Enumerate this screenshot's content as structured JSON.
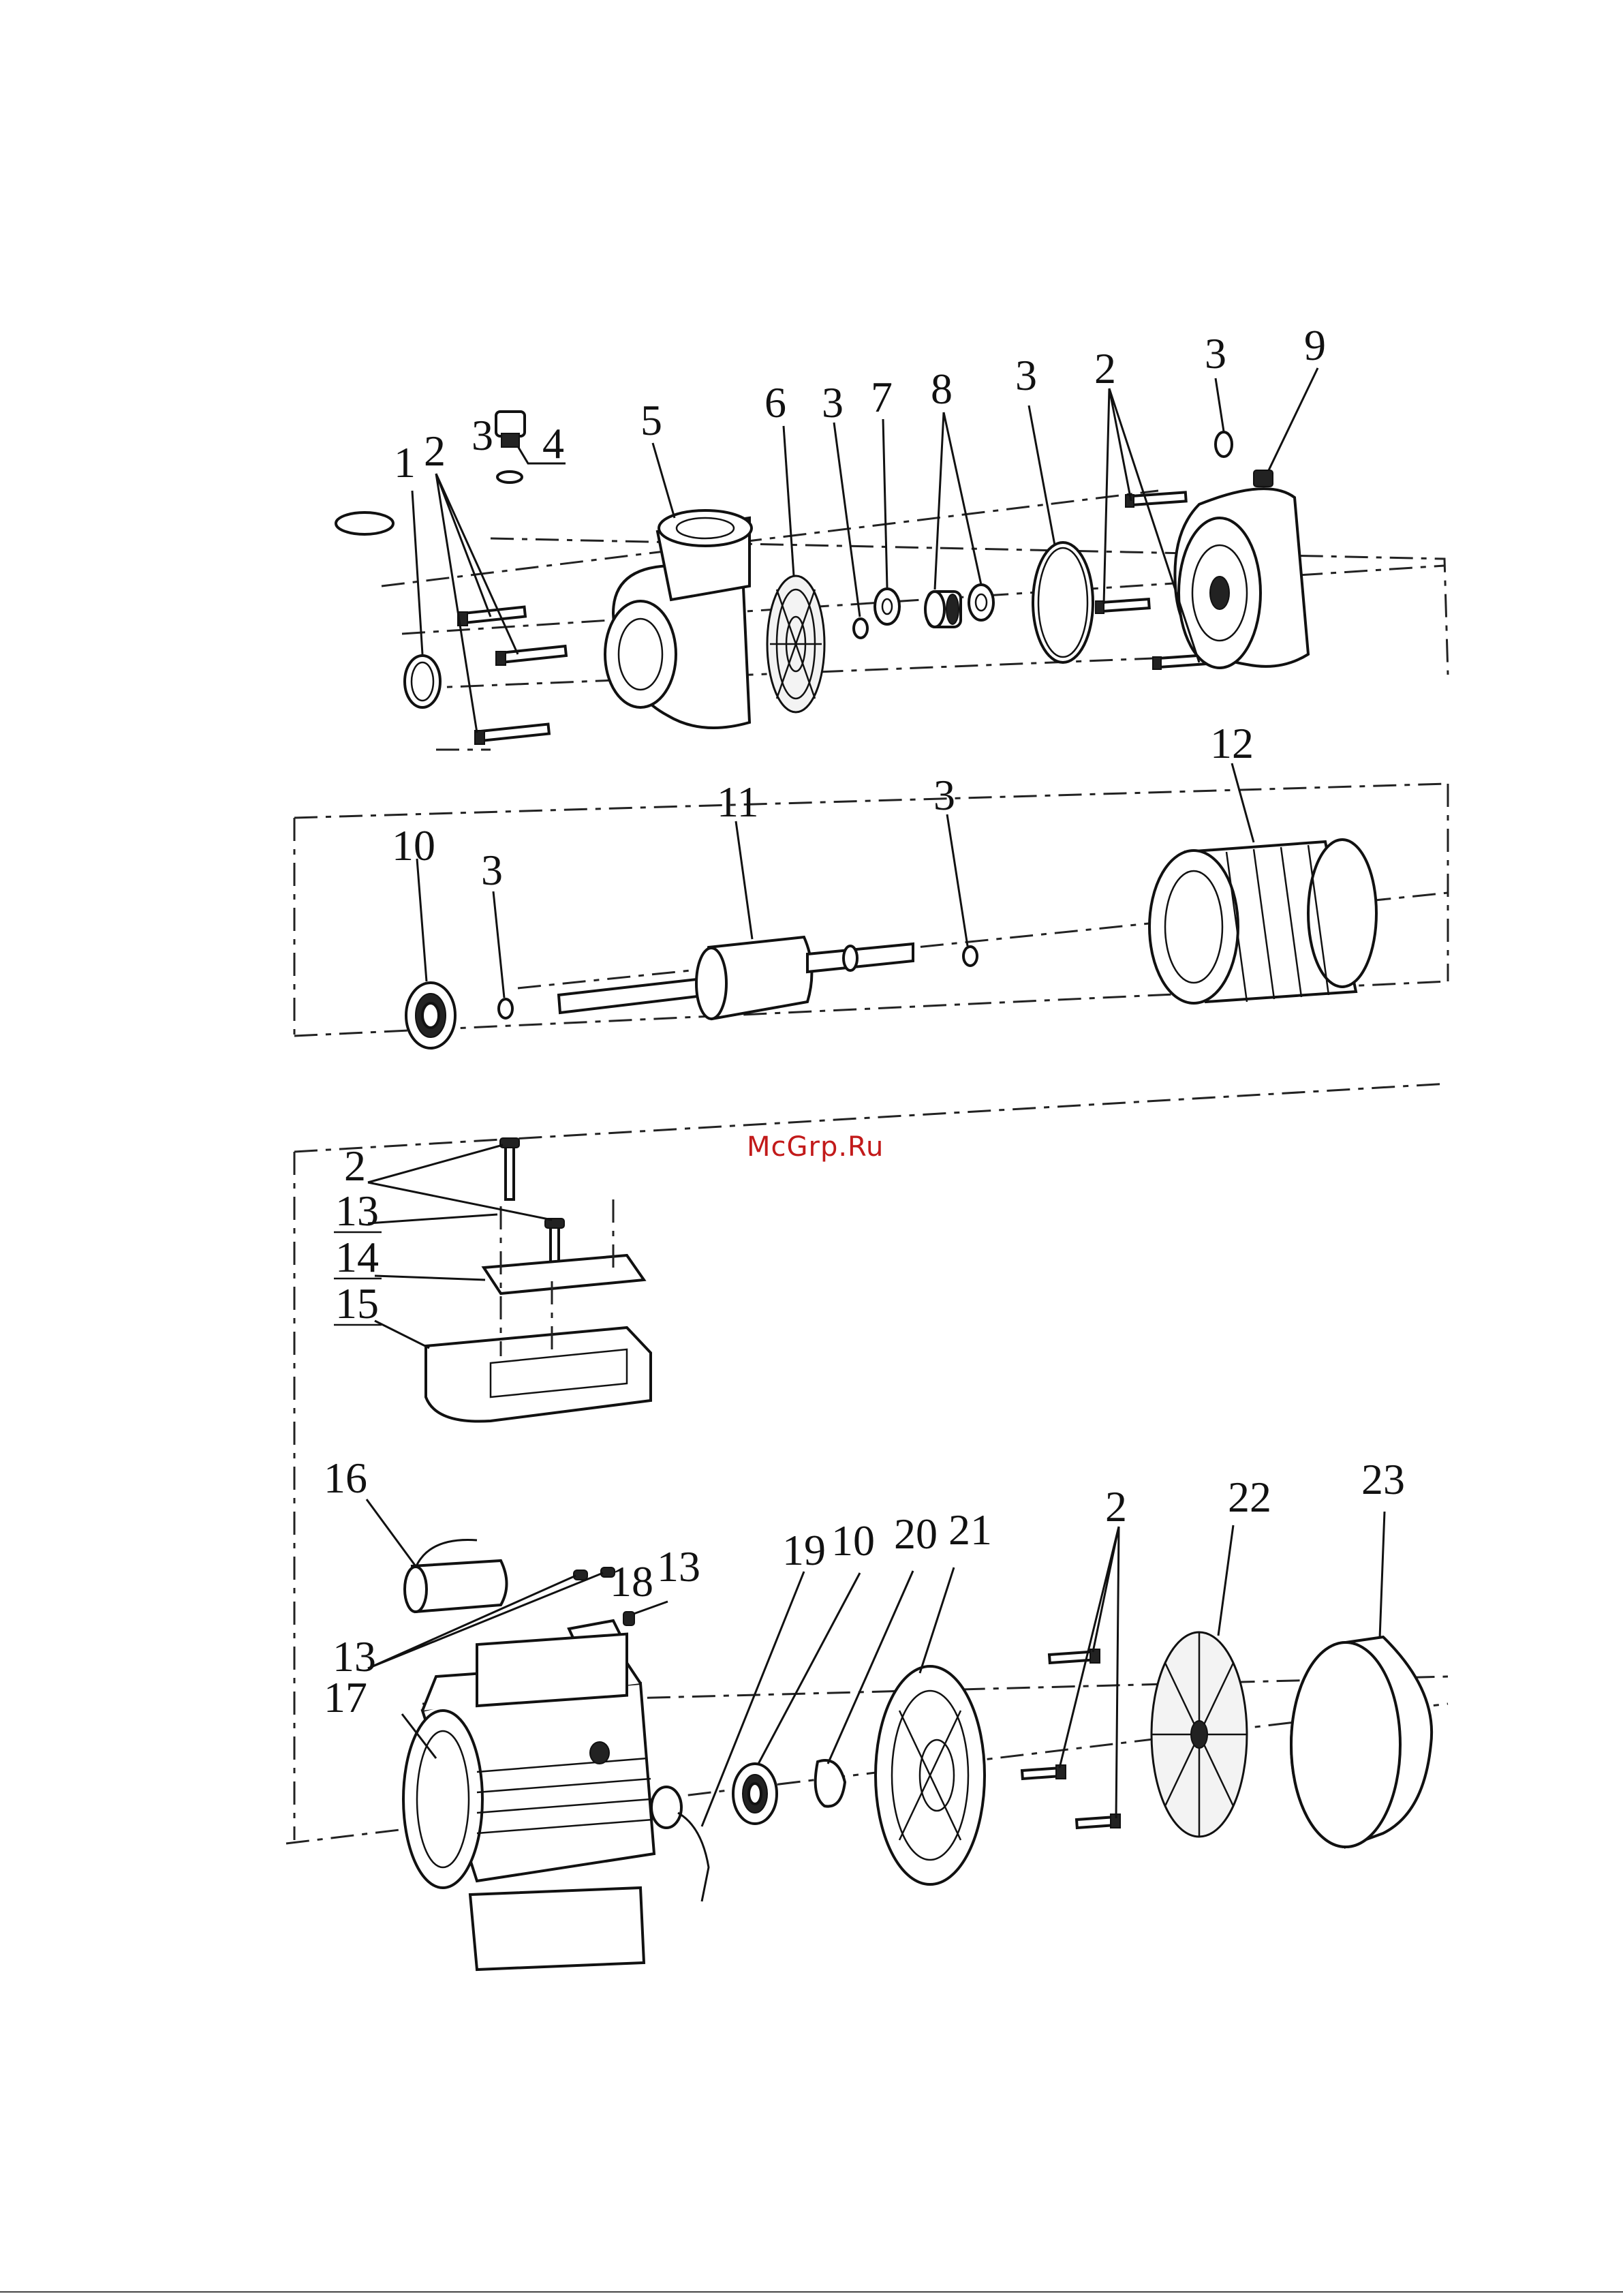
{
  "watermark": "McGrp.Ru",
  "labels": {
    "l1": "1",
    "l2a": "2",
    "l3a": "3",
    "l4": "4",
    "l5": "5",
    "l6": "6",
    "l3b": "3",
    "l7": "7",
    "l8": "8",
    "l3c": "3",
    "l2b": "2",
    "l3d": "3",
    "l9": "9",
    "l10a": "10",
    "l3e": "3",
    "l11": "11",
    "l3f": "3",
    "l12": "12",
    "l2c": "2",
    "l13a": "13",
    "l14": "14",
    "l15": "15",
    "l16": "16",
    "l18": "18",
    "l13b": "13",
    "l13c": "13",
    "l17": "17",
    "l19": "19",
    "l10b": "10",
    "l20": "20",
    "l21": "21",
    "l2d": "2",
    "l22": "22",
    "l23": "23"
  }
}
